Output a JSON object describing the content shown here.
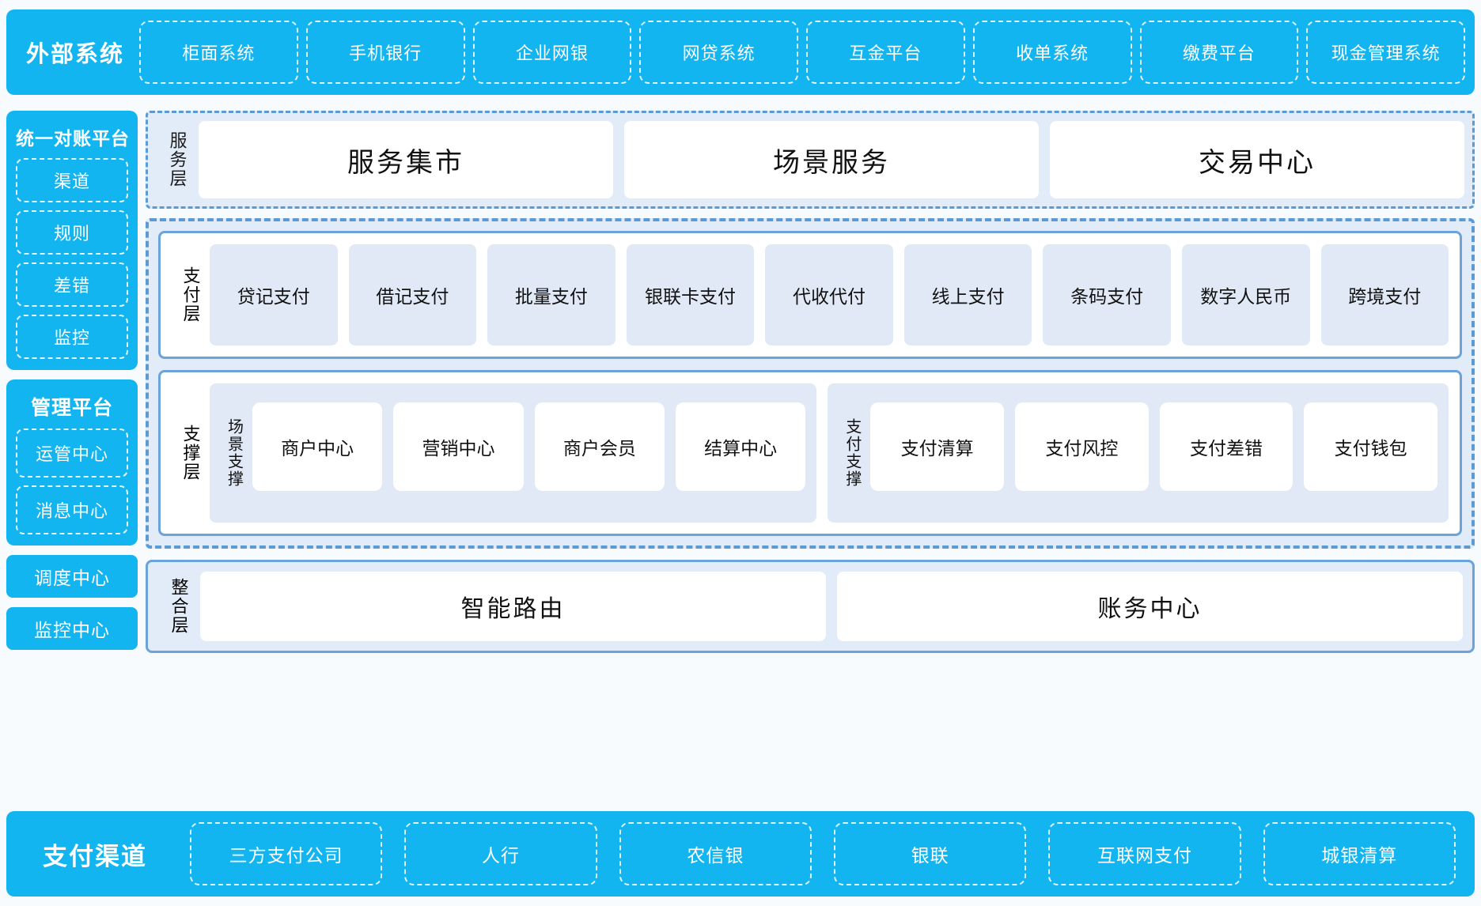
{
  "colors": {
    "brand_blue": "#13b5f0",
    "dashed_border": "#5b9bd5",
    "panel_fill": "#e2ecf8",
    "chip_fill": "#e0e9f5",
    "page_bg": "#f7fbfe"
  },
  "external_systems": {
    "title": "外部系统",
    "items": [
      "柜面系统",
      "手机银行",
      "企业网银",
      "网贷系统",
      "互金平台",
      "收单系统",
      "缴费平台",
      "现金管理系统"
    ]
  },
  "sidebar": {
    "recon_platform": {
      "title": "统一对账平台",
      "items": [
        "渠道",
        "规则",
        "差错",
        "监控"
      ]
    },
    "mgmt_platform": {
      "title": "管理平台",
      "items": [
        "运管中心",
        "消息中心"
      ]
    },
    "standalone": [
      "调度中心",
      "监控中心"
    ]
  },
  "service_layer": {
    "label": "服务层",
    "items": [
      "服务集市",
      "场景服务",
      "交易中心"
    ]
  },
  "payment_layer": {
    "label": "支付层",
    "items": [
      "贷记支付",
      "借记支付",
      "批量支付",
      "银联卡支付",
      "代收代付",
      "线上支付",
      "条码支付",
      "数字人民币",
      "跨境支付"
    ]
  },
  "support_layer": {
    "label": "支撑层",
    "groups": [
      {
        "label": "场景支撑",
        "items": [
          "商户中心",
          "营销中心",
          "商户会员",
          "结算中心"
        ]
      },
      {
        "label": "支付支撑",
        "items": [
          "支付清算",
          "支付风控",
          "支付差错",
          "支付钱包"
        ]
      }
    ]
  },
  "integration_layer": {
    "label": "整合层",
    "items": [
      "智能路由",
      "账务中心"
    ]
  },
  "payment_channels": {
    "title": "支付渠道",
    "items": [
      "三方支付公司",
      "人行",
      "农信银",
      "银联",
      "互联网支付",
      "城银清算"
    ]
  }
}
